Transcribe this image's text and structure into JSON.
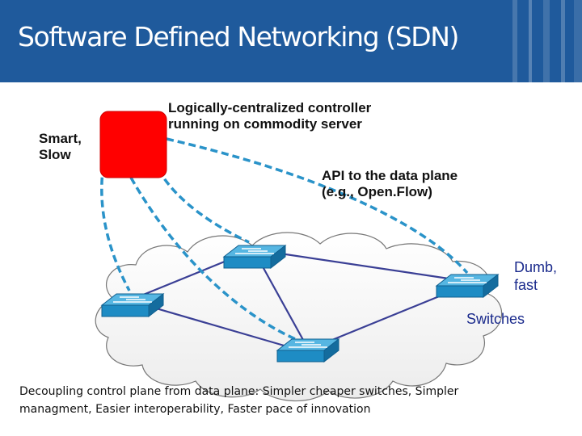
{
  "slide": {
    "title": "Software Defined Networking (SDN)",
    "controller_label": "Smart,\nSlow",
    "controller_desc": "Logically-centralized controller\nrunning on commodity server",
    "api_label": "API to the data plane\n(e.g., Open.Flow)",
    "switch_desc": "Dumb,\nfast",
    "switches_label": "Switches",
    "caption": "Decoupling control plane from data plane: Simpler cheaper switches, Simpler managment, Easier interoperability, Faster pace of innovation"
  },
  "colors": {
    "header_bg": "#1f5a9c",
    "controller": "#ff0000",
    "control_links": "#2a93c9",
    "data_links": "#3a3f95",
    "switch_body": "#1e8cc4",
    "label_blue": "#1a2a8c"
  },
  "icons": {
    "controller": "red-server-box-icon",
    "switch": "network-switch-icon",
    "cloud": "network-cloud-icon"
  }
}
